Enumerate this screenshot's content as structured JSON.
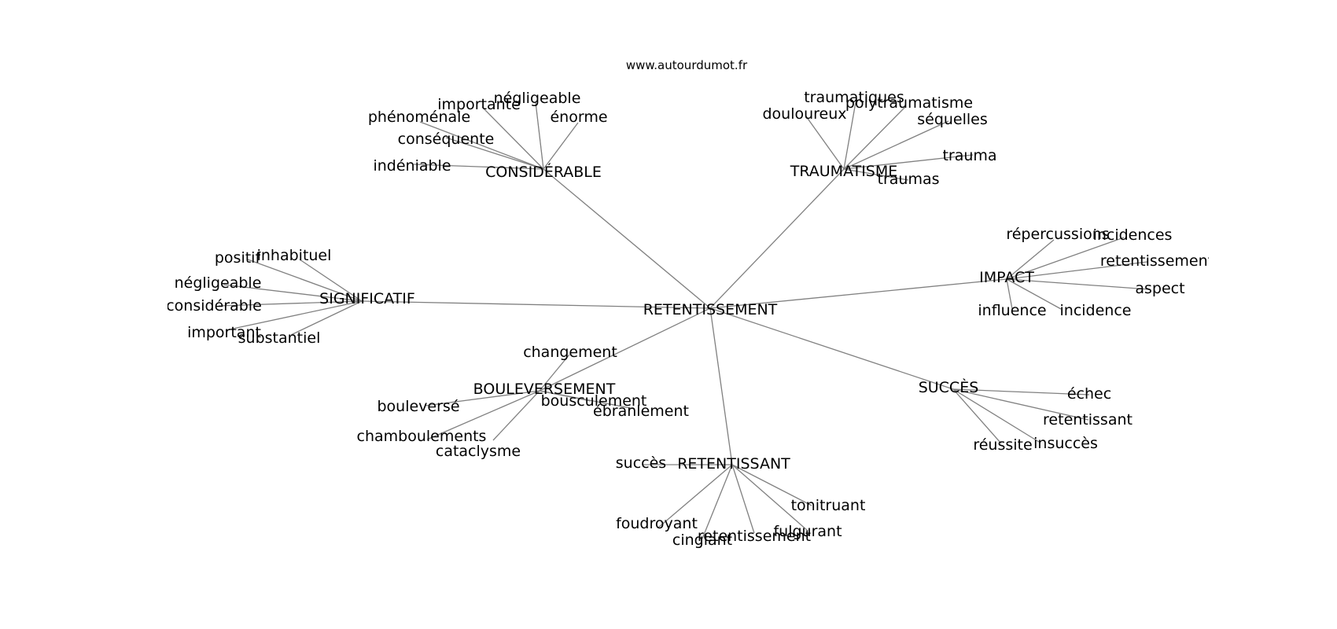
{
  "site": "www.autourdumot.fr",
  "root": "RETENTISSEMENT",
  "clusters": [
    {
      "hub": "CONSIDÉRABLE",
      "words": [
        "négligeable",
        "importante",
        "phénoménale",
        "énorme",
        "conséquente",
        "indéniable"
      ]
    },
    {
      "hub": "TRAUMATISME",
      "words": [
        "traumatiques",
        "douloureux",
        "polytraumatisme",
        "séquelles",
        "trauma",
        "traumas"
      ]
    },
    {
      "hub": "SIGNIFICATIF",
      "words": [
        "positif",
        "inhabituel",
        "négligeable",
        "considérable",
        "important",
        "substantiel"
      ]
    },
    {
      "hub": "IMPACT",
      "words": [
        "répercussions",
        "incidences",
        "retentissement",
        "aspect",
        "influence",
        "incidence"
      ]
    },
    {
      "hub": "BOULEVERSEMENT",
      "words": [
        "changement",
        "bouleversé",
        "bousculement",
        "ébranlement",
        "chamboulements",
        "cataclysme"
      ]
    },
    {
      "hub": "SUCCÈS",
      "words": [
        "échec",
        "retentissant",
        "réussite",
        "insuccès"
      ]
    },
    {
      "hub": "RETENTISSANT",
      "words": [
        "succès",
        "tonitruant",
        "foudroyant",
        "fulgurant",
        "cinglant",
        "retentissement"
      ]
    }
  ]
}
